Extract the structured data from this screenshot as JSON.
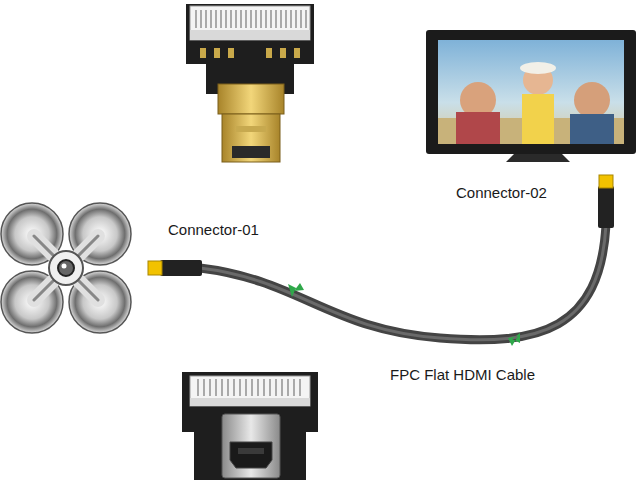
{
  "diagram": {
    "labels": [
      "Connector-01",
      "Connector-02",
      "FPC Flat HDMI Cable"
    ]
  }
}
